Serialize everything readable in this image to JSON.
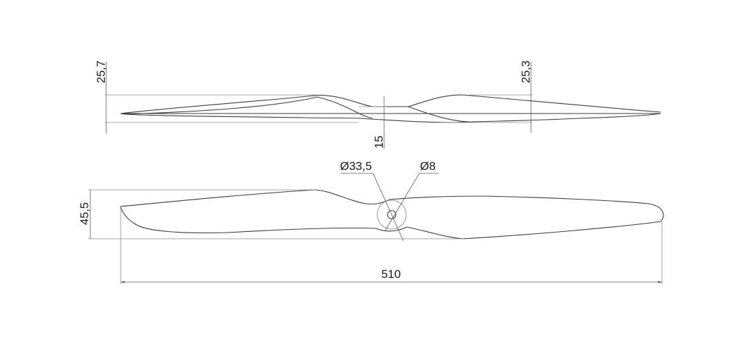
{
  "drawing": {
    "side_view": {
      "thickness_left": "25,7",
      "thickness_right": "25,3",
      "hub_thickness": "15"
    },
    "top_view": {
      "hub_diameter": "Ø33,5",
      "bore_diameter": "Ø8",
      "max_chord": "45,5",
      "overall_length": "510"
    }
  },
  "colors": {
    "line": "#3a3a3a",
    "dimension": "#555555",
    "text": "#1a1a1a",
    "background": "#ffffff"
  }
}
